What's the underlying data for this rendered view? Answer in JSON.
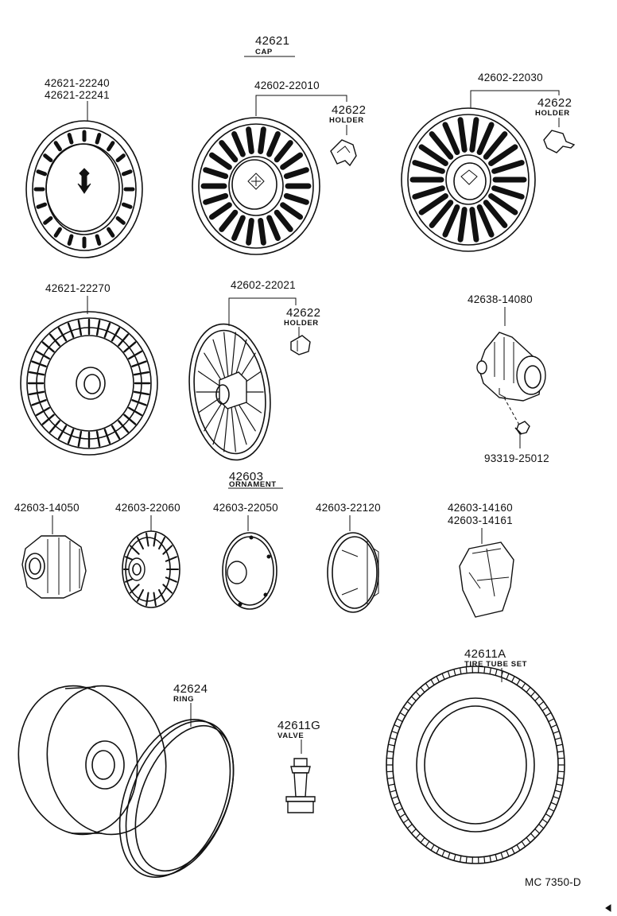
{
  "groups": {
    "cap": {
      "number": "42621",
      "label": "CAP"
    },
    "ornament": {
      "number": "42603",
      "label": "ORNAMENT"
    }
  },
  "parts": {
    "cap_a_1": "42621-22240",
    "cap_a_2": "42621-22241",
    "cap_b": "42602-22010",
    "holder_b": "42622",
    "holder_label": "HOLDER",
    "cap_c": "42602-22030",
    "holder_c": "42622",
    "cap_d": "42621-22270",
    "cap_e": "42602-22021",
    "holder_e": "42622",
    "hub": "42638-14080",
    "screw": "93319-25012",
    "orn_1": "42603-14050",
    "orn_2": "42603-22060",
    "orn_3": "42603-22050",
    "orn_4": "42603-22120",
    "orn_5a": "42603-14160",
    "orn_5b": "42603-14161",
    "ring": "42624",
    "ring_label": "RING",
    "valve": "42611G",
    "valve_label": "VALVE",
    "tire": "42611A",
    "tire_label": "TIRE TUBE SET"
  },
  "footer": {
    "code": "MC 7350-D"
  }
}
